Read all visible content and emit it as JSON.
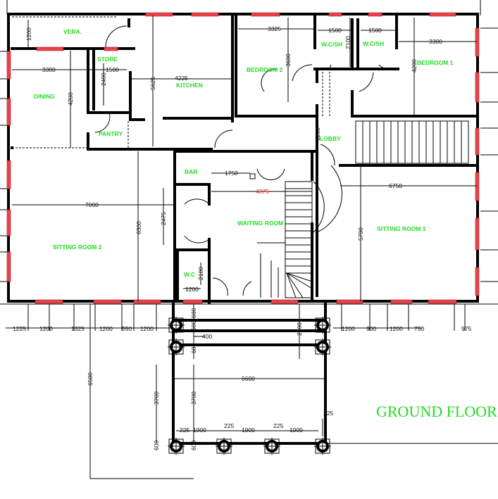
{
  "title": "GROUND FLOOR",
  "colors": {
    "room_label": "#22dd22",
    "window": "#e8434a",
    "wall": "#000000",
    "highlight_dimension": "#e02020"
  },
  "rooms": {
    "vera": "VERA.",
    "store": "STORE",
    "dining": "DINING",
    "kitchen": "KITCHEN",
    "pantry": "PANTRY",
    "bedroom2": "BEDROOM 2",
    "wcsh_a": "W.C/SH",
    "wcsh_b": "W.C/SH",
    "bedroom1": "BEDROOM 1",
    "lobby": "LOBBY",
    "bar": "BAR",
    "waiting": "WAITING ROOM",
    "sitting1": "SITTING ROOM 1",
    "sitting2": "SITTING ROOM 2",
    "wc": "W.C"
  },
  "dimensions": {
    "vera_depth": "1200",
    "dining_width": "3300",
    "store_width": "1500",
    "store_depth": "2400",
    "dining_depth": "4200",
    "kitchen_depth": "5625",
    "kitchen_width": "4225",
    "bed2_width": "3325",
    "bed2_depth": "3600",
    "wcsh_a_width": "1500",
    "wcsh_depth": "2100",
    "wcsh_b_width": "1500",
    "bed1_width": "3300",
    "bed1_depth": "4200",
    "lobby_depth": "1200",
    "bar_width": "1750",
    "waiting_width": "4375",
    "door_recess": "2475",
    "sitting2_width": "7000",
    "sitting2_depth": "6300",
    "sitting1_width": "6750",
    "sitting1_depth": "5700",
    "wc_depth": "2100",
    "wc_width": "1200",
    "bottom_left": [
      "1225",
      "1200",
      "1325",
      "1200",
      "550",
      "1200"
    ],
    "bottom_right": [
      "1200",
      "900",
      "1200",
      "750",
      "975"
    ],
    "porch_top_a": "600",
    "porch_top_b": "600",
    "porch_top_c": "600",
    "porch_beam": "400",
    "porch_side": "2200",
    "porch_total": "6500",
    "porch_left_outer": "3700",
    "porch_left_inner": "3700",
    "porch_width": "6600",
    "porch_col": "225",
    "porch_bays": [
      "225",
      "1900",
      "225",
      "1900",
      "225",
      "1900"
    ],
    "porch_base_a": "600",
    "porch_base_b": "600"
  }
}
